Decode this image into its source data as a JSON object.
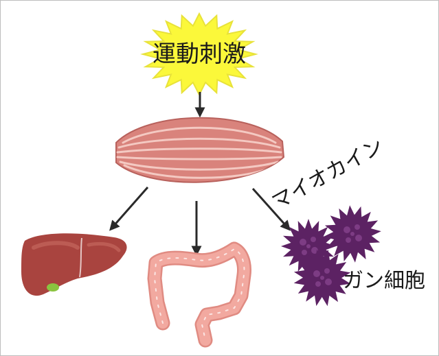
{
  "stimulus": {
    "label": "運動刺激",
    "burst_color": "#fbf83a",
    "burst_stroke": "#e8e23a"
  },
  "muscle": {
    "fill_color": "#d9837c",
    "stripe_color": "#f4c9c2",
    "edge_color": "#b8615c"
  },
  "myokine_label": "マイオカイン",
  "targets": {
    "liver": {
      "color": "#a9443f",
      "highlight": "#c96c63",
      "gallbladder_color": "#8ac43f"
    },
    "intestine": {
      "color": "#f2a9a0",
      "outline": "#e08b82"
    },
    "cancer_cells": {
      "label": "ガン細胞",
      "color": "#5c2263",
      "spot_color": "#7d3c84"
    }
  },
  "arrow_color": "#2a2a2a"
}
